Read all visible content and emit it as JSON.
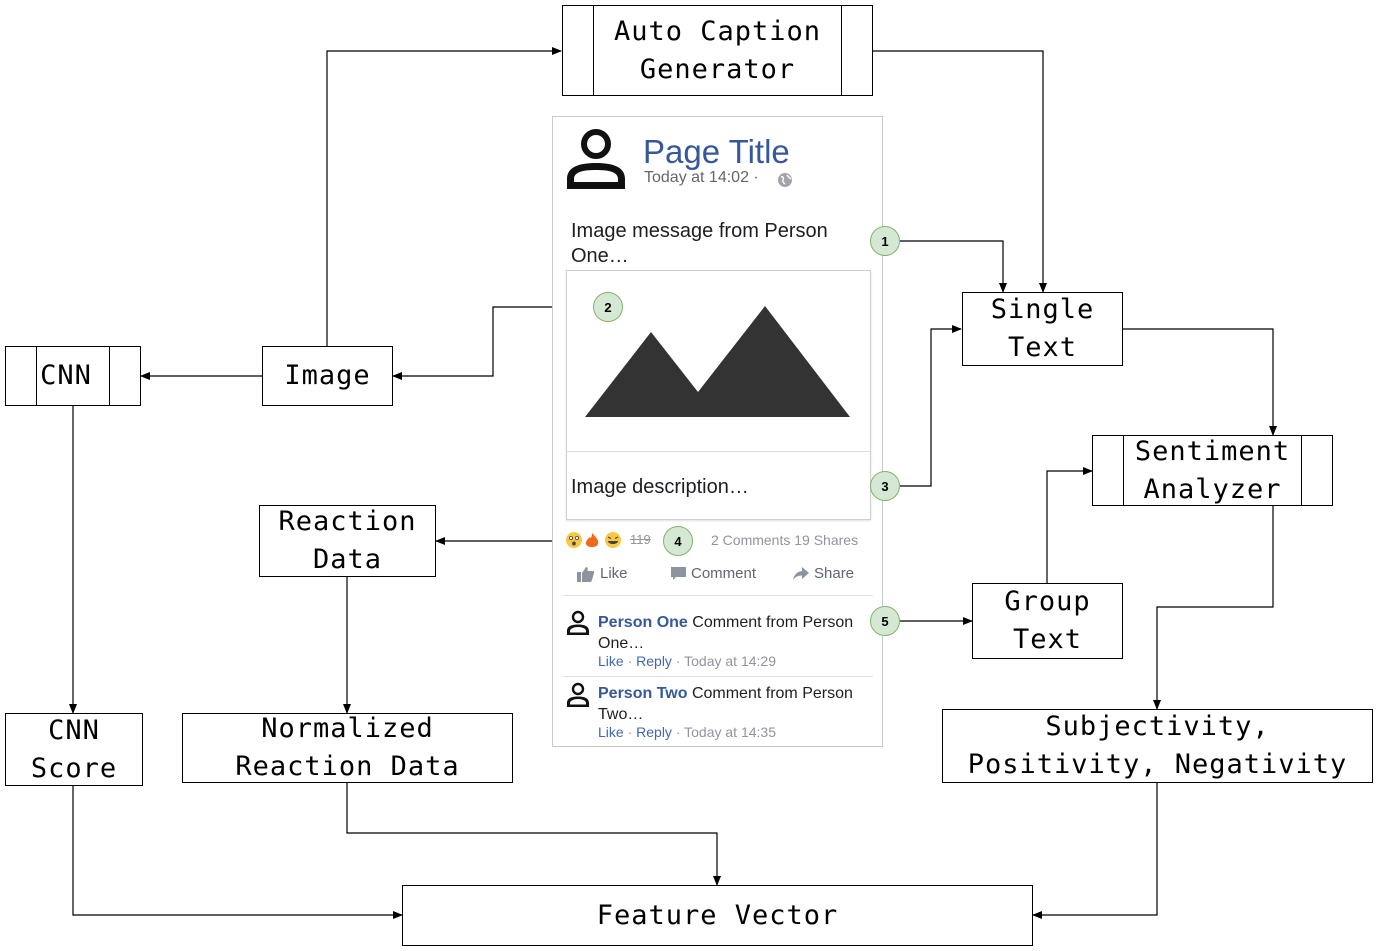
{
  "nodes": {
    "auto_caption": "Auto Caption\nGenerator",
    "single_text": "Single\nText",
    "sentiment": "Sentiment\nAnalyzer",
    "group_text": "Group\nText",
    "subjectivity": "Subjectivity,\nPositivity, Negativity",
    "cnn": "CNN",
    "image": "Image",
    "reaction": "Reaction\nData",
    "cnn_score": "CNN\nScore",
    "normalized": "Normalized\nReaction Data",
    "feature": "Feature Vector"
  },
  "post": {
    "page_title": "Page Title",
    "time": "Today at 14:02 ·",
    "message": "Image message from Person One…",
    "image_description": "Image description…",
    "reaction_count": "119",
    "comments_shares": "2 Comments  19 Shares",
    "actions": {
      "like": "Like",
      "comment": "Comment",
      "share": "Share"
    },
    "comments": [
      {
        "name": "Person One",
        "text": " Comment from Person One…",
        "like": "Like",
        "reply": "Reply",
        "time": "Today at 14:29"
      },
      {
        "name": "Person Two",
        "text": " Comment from Person Two…",
        "like": "Like",
        "reply": "Reply",
        "time": "Today at 14:35"
      }
    ]
  },
  "badges": [
    "1",
    "2",
    "3",
    "4",
    "5"
  ],
  "colors": {
    "badge_fill": "#d5e8d4",
    "badge_stroke": "#82b366",
    "page_blue": "#365899",
    "link_blue": "#4267b2"
  },
  "icons": [
    "person-icon",
    "globe-icon",
    "mountain-image-icon",
    "reaction-emoji-icons",
    "thumbs-up-icon",
    "comment-bubble-icon",
    "share-arrow-icon"
  ]
}
